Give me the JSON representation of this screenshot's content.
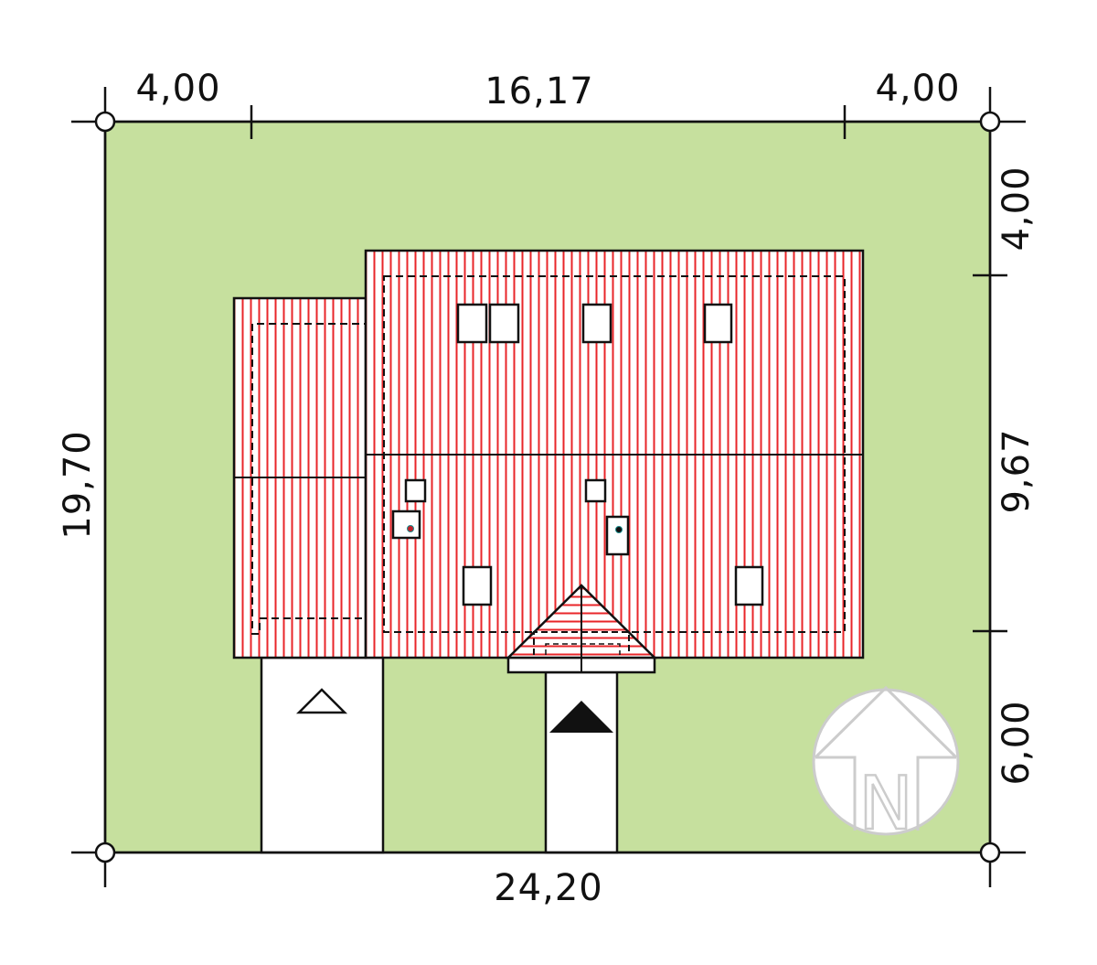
{
  "dimensions": {
    "top_left": "4,00",
    "top_middle": "16,17",
    "top_right": "4,00",
    "bottom_total": "24,20",
    "left_total": "19,70",
    "right_top": "4,00",
    "right_middle": "9,67",
    "right_bottom": "6,00"
  },
  "compass": {
    "letter": "N"
  },
  "colors": {
    "plot": "#c6e09e",
    "roof_stripe": "#e8262a",
    "line": "#111111",
    "compass": "#cccccc"
  }
}
